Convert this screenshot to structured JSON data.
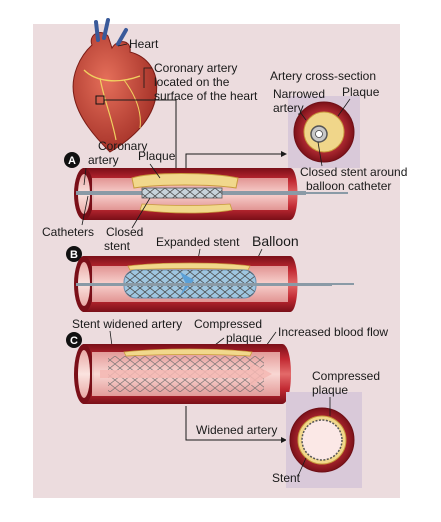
{
  "labels": {
    "heart": "Heart",
    "coronary_artery_surface_1": "Coronary artery",
    "coronary_artery_surface_2": "located on the",
    "coronary_artery_surface_3": "surface of the heart",
    "artery_cross_section": "Artery cross-section",
    "narrowed_artery_1": "Narrowed",
    "narrowed_artery_2": "artery",
    "plaque_top": "Plaque",
    "coronary_artery_1": "Coronary",
    "coronary_artery_2": "artery",
    "plaque_a": "Plaque",
    "closed_stent_around_1": "Closed stent around",
    "closed_stent_around_2": "balloon catheter",
    "catheters": "Catheters",
    "closed_stent_1": "Closed",
    "closed_stent_2": "stent",
    "expanded_stent": "Expanded stent",
    "balloon": "Balloon",
    "stent_widened_artery": "Stent widened artery",
    "compressed_plaque_1": "Compressed",
    "compressed_plaque_2": "plaque",
    "increased_blood_flow": "Increased blood flow",
    "compressed_plaque_right_1": "Compressed",
    "compressed_plaque_right_2": "plaque",
    "widened_artery": "Widened artery",
    "stent": "Stent"
  },
  "steps": [
    "A",
    "B",
    "C"
  ],
  "colors": {
    "panel_bg": "#ecdcde",
    "vessel_outer": "#b01e2a",
    "vessel_dark": "#7a0f18",
    "vessel_light": "#e46a6a",
    "lumen": "#f6d2cf",
    "plaque": "#f1d88c",
    "plaque_edge": "#c89a3c",
    "stent": "#555555",
    "balloon": "#9fc6e0",
    "catheter": "#8a9aa6",
    "step_badge": "#111111"
  }
}
